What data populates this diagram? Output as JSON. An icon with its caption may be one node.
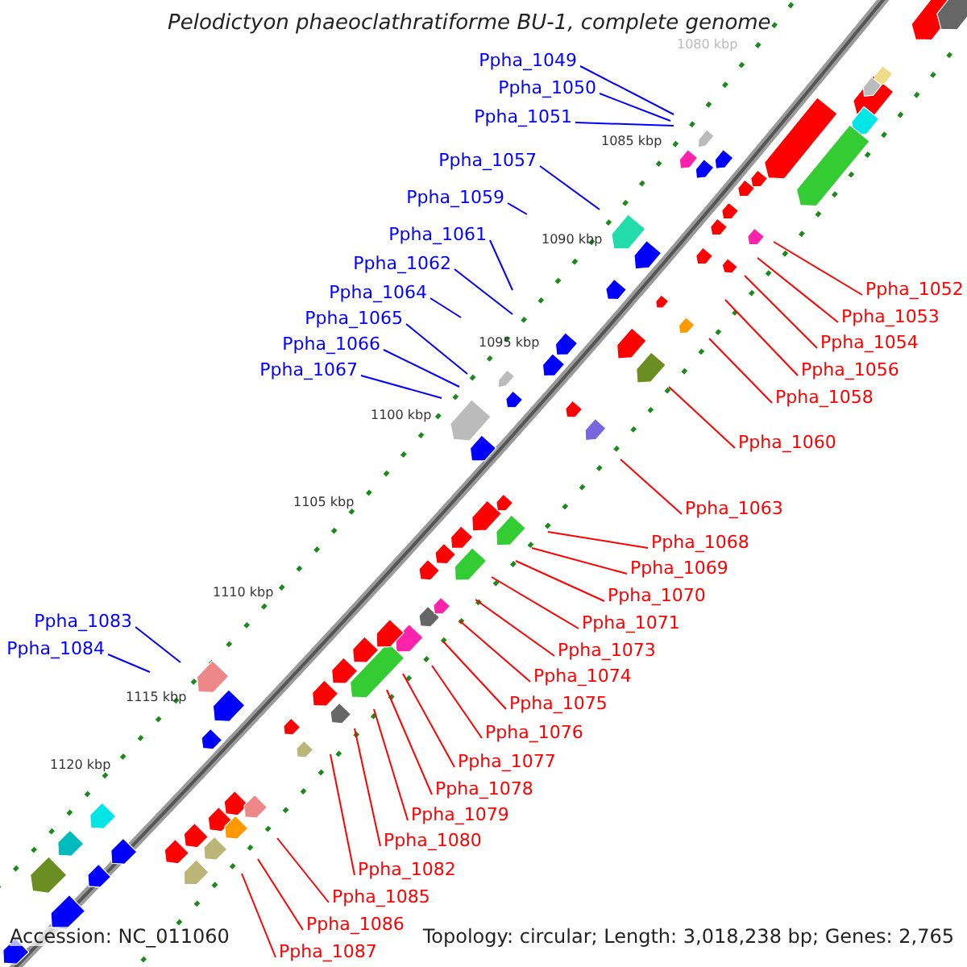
{
  "diagram": {
    "title": "Pelodictyon phaeoclathratiforme BU-1, complete genome",
    "nodes": [
      {
        "text": [
          "Ppha_1049"
        ]
      },
      {
        "text": [
          "Ppha_1050"
        ]
      },
      {
        "text": [
          "Ppha_1051"
        ]
      },
      {
        "text": [
          "Ppha_1057"
        ]
      },
      {
        "text": [
          "Ppha_1059"
        ]
      },
      {
        "text": [
          "Ppha_1061"
        ]
      },
      {
        "text": [
          "Ppha_1062"
        ]
      },
      {
        "text": [
          "Ppha_1064"
        ]
      },
      {
        "text": [
          "Ppha_1065"
        ]
      },
      {
        "text": [
          "Ppha_1066"
        ]
      },
      {
        "text": [
          "Ppha_1067"
        ]
      },
      {
        "text": [
          "Ppha_1083"
        ]
      },
      {
        "text": [
          "Ppha_1084"
        ]
      },
      {
        "text": [
          "Ppha_1052"
        ]
      },
      {
        "text": [
          "Ppha_1053"
        ]
      },
      {
        "text": [
          "Ppha_1054"
        ]
      },
      {
        "text": [
          "Ppha_1056"
        ]
      },
      {
        "text": [
          "Ppha_1058"
        ]
      },
      {
        "text": [
          "Ppha_1060"
        ]
      },
      {
        "text": [
          "Ppha_1063"
        ]
      },
      {
        "text": [
          "Ppha_1068"
        ]
      },
      {
        "text": [
          "Ppha_1069"
        ]
      },
      {
        "text": [
          "Ppha_1070"
        ]
      },
      {
        "text": [
          "Ppha_1071"
        ]
      },
      {
        "text": [
          "Ppha_1073"
        ]
      },
      {
        "text": [
          "Ppha_1074"
        ]
      },
      {
        "text": [
          "Ppha_1075"
        ]
      },
      {
        "text": [
          "Ppha_1076"
        ]
      },
      {
        "text": [
          "Ppha_1077"
        ]
      },
      {
        "text": [
          "Ppha_1078"
        ]
      },
      {
        "text": [
          "Ppha_1079"
        ]
      },
      {
        "text": [
          "Ppha_1080"
        ]
      },
      {
        "text": [
          "Ppha_1082"
        ]
      },
      {
        "text": [
          "Ppha_1085"
        ]
      },
      {
        "text": [
          "Ppha_1086"
        ]
      },
      {
        "text": [
          "Ppha_1087"
        ]
      }
    ],
    "edges": [
      {
        "from": 0,
        "to": null,
        "arrow": "none",
        "color": "#0000ff"
      },
      {
        "from": 1,
        "to": null,
        "arrow": "none",
        "color": "#0000ff"
      },
      {
        "from": 2,
        "to": null,
        "arrow": "none",
        "color": "#0000ff"
      },
      {
        "from": 3,
        "to": null,
        "arrow": "none",
        "color": "#0000ff"
      },
      {
        "from": 4,
        "to": null,
        "arrow": "none",
        "color": "#0000ff"
      },
      {
        "from": 5,
        "to": null,
        "arrow": "none",
        "color": "#0000ff"
      },
      {
        "from": 6,
        "to": null,
        "arrow": "none",
        "color": "#0000ff"
      },
      {
        "from": 7,
        "to": null,
        "arrow": "none",
        "color": "#0000ff"
      },
      {
        "from": 8,
        "to": null,
        "arrow": "none",
        "color": "#0000ff"
      },
      {
        "from": 9,
        "to": null,
        "arrow": "none",
        "color": "#0000ff"
      },
      {
        "from": 10,
        "to": null,
        "arrow": "none",
        "color": "#0000ff"
      },
      {
        "from": 11,
        "to": null,
        "arrow": "none",
        "color": "#0000ff"
      },
      {
        "from": 12,
        "to": null,
        "arrow": "none",
        "color": "#0000ff"
      },
      {
        "from": 13,
        "to": null,
        "arrow": "none"
      },
      {
        "from": 14,
        "to": null,
        "arrow": "none"
      },
      {
        "from": 15,
        "to": null,
        "arrow": "none"
      },
      {
        "from": 16,
        "to": null,
        "arrow": "none"
      },
      {
        "from": 17,
        "to": null,
        "arrow": "none"
      },
      {
        "from": 18,
        "to": null,
        "arrow": "none"
      },
      {
        "from": 19,
        "to": null,
        "arrow": "none"
      },
      {
        "from": 20,
        "to": null,
        "arrow": "none"
      },
      {
        "from": 21,
        "to": null,
        "arrow": "none"
      },
      {
        "from": 22,
        "to": null,
        "arrow": "none"
      },
      {
        "from": 23,
        "to": null,
        "arrow": "none"
      },
      {
        "from": 24,
        "to": null,
        "arrow": "none"
      },
      {
        "from": 25,
        "to": null,
        "arrow": "none"
      },
      {
        "from": 26,
        "to": null,
        "arrow": "none"
      },
      {
        "from": 27,
        "to": null,
        "arrow": "none"
      },
      {
        "from": 28,
        "to": null,
        "arrow": "none"
      },
      {
        "from": 29,
        "to": null,
        "arrow": "none"
      },
      {
        "from": 30,
        "to": null,
        "arrow": "none"
      },
      {
        "from": 31,
        "to": null,
        "arrow": "none"
      },
      {
        "from": 32,
        "to": null,
        "arrow": "none"
      },
      {
        "from": 33,
        "to": null,
        "arrow": "none"
      },
      {
        "from": 34,
        "to": null,
        "arrow": "none"
      },
      {
        "from": 35,
        "to": null,
        "arrow": "none"
      }
    ],
    "labels": [
      "1080 kbp",
      "1085 kbp",
      "1090 kbp",
      "1095 kbp",
      "1100 kbp",
      "1105 kbp",
      "1110 kbp",
      "1115 kbp",
      "1120 kbp",
      "Accession: NC_011060",
      "Topology: circular; Length: 3,018,238 bp; Genes: 2,765"
    ]
  }
}
